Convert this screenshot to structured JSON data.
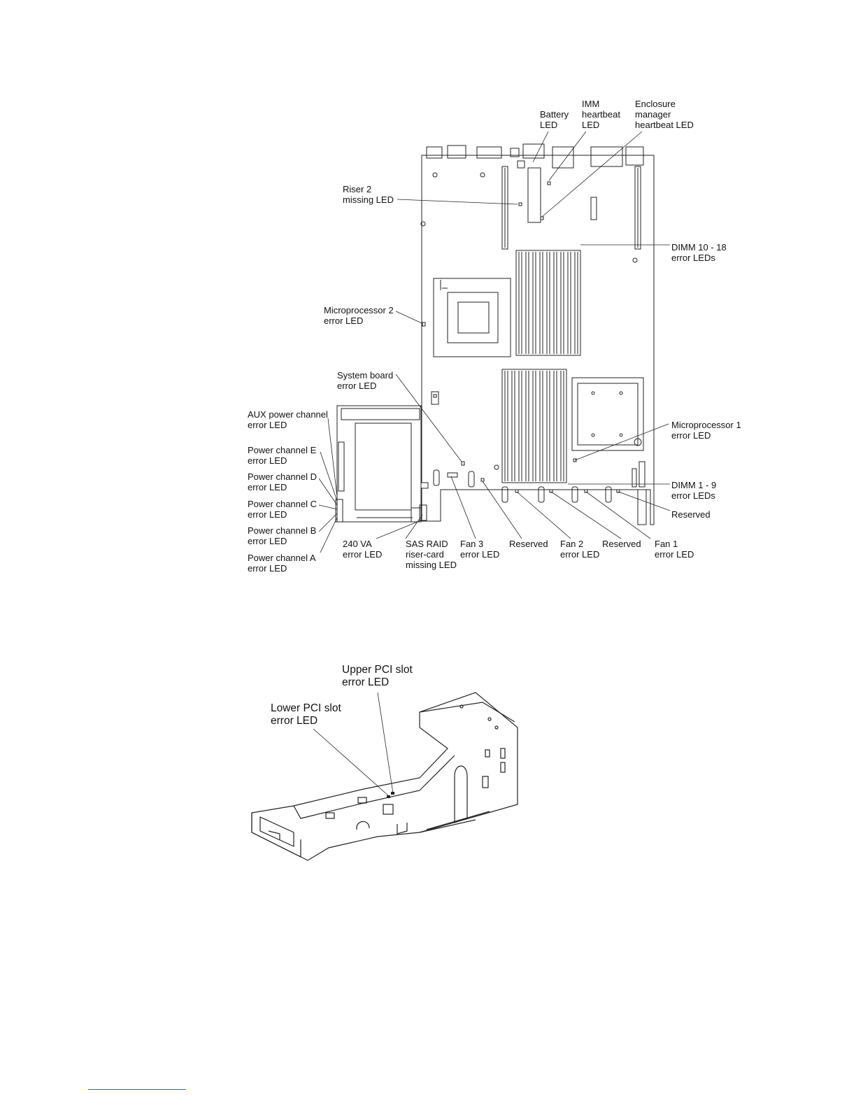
{
  "board_labels": {
    "battery": "Battery\nLED",
    "imm": "IMM\nheartbeat\nLED",
    "enclosure": "Enclosure\nmanager\nheartbeat LED",
    "riser2": "Riser 2\nmissing LED",
    "dimm10_18": "DIMM 10 - 18\nerror LEDs",
    "micro2": "Microprocessor 2\nerror LED",
    "sysboard": "System board\nerror LED",
    "aux": "AUX power channel\nerror LED",
    "micro1": "Microprocessor 1\nerror LED",
    "pce": "Power channel E\nerror LED",
    "pcd": "Power channel D\nerror LED",
    "dimm1_9": "DIMM 1 - 9\nerror LEDs",
    "pcc": "Power channel C\nerror LED",
    "reserved_right": "Reserved",
    "pcb": "Power channel B\nerror LED",
    "pca": "Power channel A\nerror LED",
    "va240": "240 VA\nerror LED",
    "sasraid": "SAS RAID\nriser-card\nmissing LED",
    "fan3": "Fan 3\nerror LED",
    "reserved1": "Reserved",
    "fan2": "Fan 2\nerror LED",
    "reserved2": "Reserved",
    "fan1": "Fan 1\nerror LED"
  },
  "riser_labels": {
    "upper": "Upper PCI slot\nerror LED",
    "lower": "Lower PCI slot\nerror LED"
  }
}
